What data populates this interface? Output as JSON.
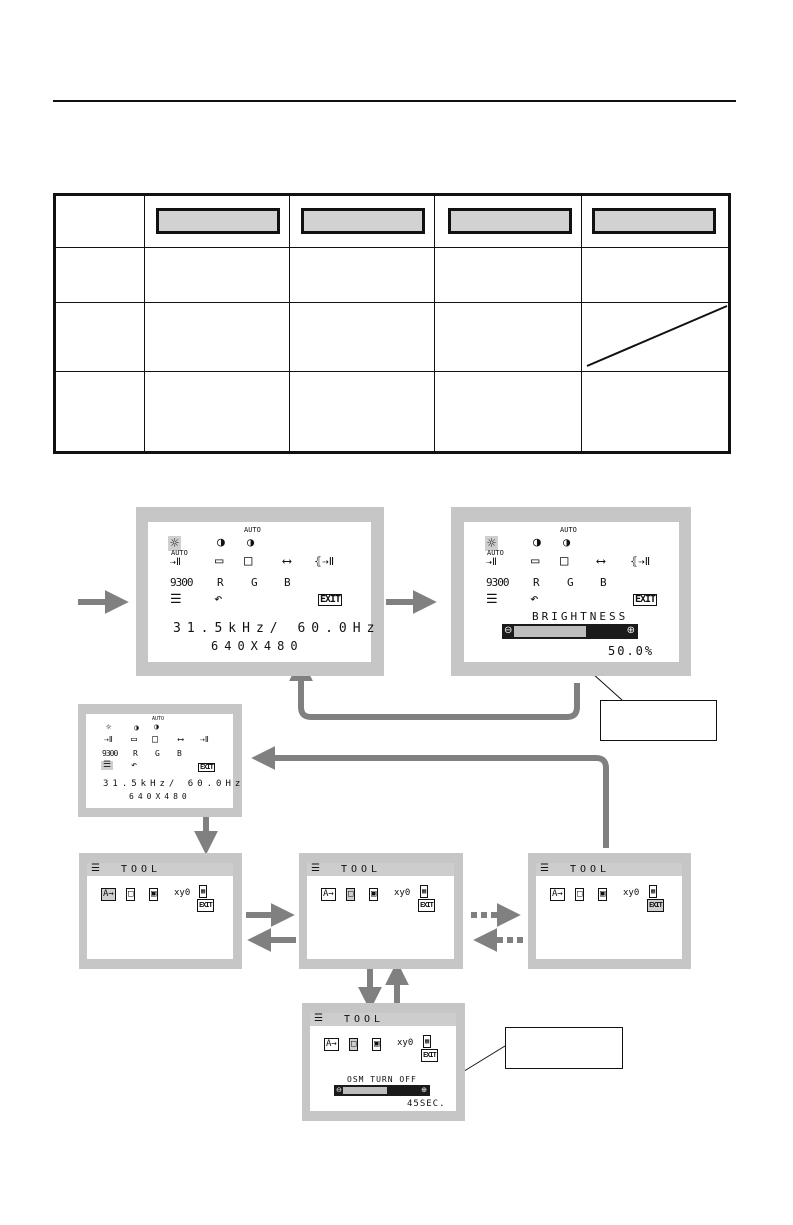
{
  "table": {
    "rows": 4,
    "columns": 5
  },
  "screen_main": {
    "icons_row1": [
      "brightness-icon",
      "contrast-icon",
      "auto-adjust-icon"
    ],
    "auto_label": "AUTO",
    "row2_auto": "AUTO",
    "row3": [
      "9300",
      "R",
      "G",
      "B"
    ],
    "exit": "EXIT",
    "frequency": "31.5kHz/ 60.0Hz",
    "resolution": "640X480"
  },
  "screen_brightness": {
    "label": "BRIGHTNESS",
    "value": "50.0%",
    "level_fraction": 0.5
  },
  "tool_screens": {
    "title": "TOOL",
    "xy0": "xy0",
    "osm_label": "OSM TURN OFF",
    "osm_value": "45SEC."
  },
  "colors": {
    "frame": "#c6c6c6",
    "arrow": "#808080",
    "bar": "#1a1a1a"
  }
}
